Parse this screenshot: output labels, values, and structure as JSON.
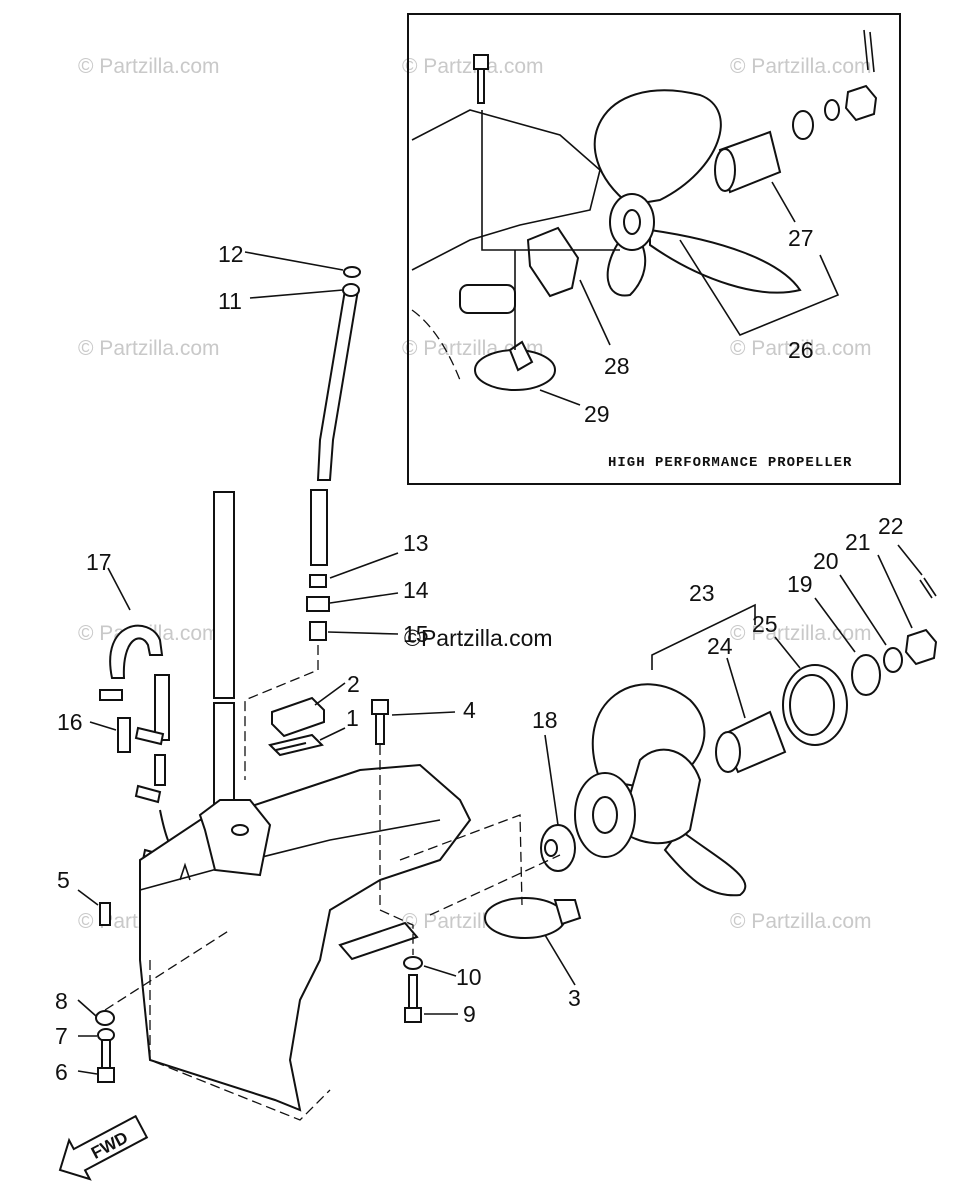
{
  "watermark": {
    "text": "© Partzilla.com",
    "main_text": "©Partzilla.com"
  },
  "inset": {
    "caption": "HIGH PERFORMANCE PROPELLER"
  },
  "fwd_label": "FWD",
  "callouts": {
    "c1": "1",
    "c2": "2",
    "c3": "3",
    "c4": "4",
    "c5": "5",
    "c6": "6",
    "c7": "7",
    "c8": "8",
    "c9": "9",
    "c10": "10",
    "c11": "11",
    "c12": "12",
    "c13": "13",
    "c14": "14",
    "c15": "15",
    "c16": "16",
    "c17": "17",
    "c18": "18",
    "c19": "19",
    "c20": "20",
    "c21": "21",
    "c22": "22",
    "c23": "23",
    "c24": "24",
    "c25": "25",
    "c26": "26",
    "c27": "27",
    "c28": "28",
    "c29": "29"
  }
}
